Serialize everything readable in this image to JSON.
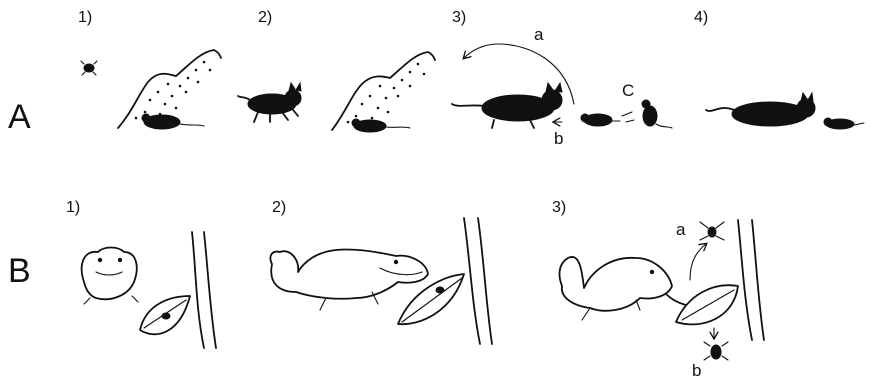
{
  "row_a": {
    "label": "A",
    "panels": [
      "1)",
      "2)",
      "3)",
      "4)"
    ],
    "arrows": {
      "a": "a",
      "b": "b",
      "c": "C"
    }
  },
  "row_b": {
    "label": "B",
    "panels": [
      "1)",
      "2)",
      "3)"
    ],
    "arrows": {
      "a": "a",
      "b": "b"
    }
  }
}
